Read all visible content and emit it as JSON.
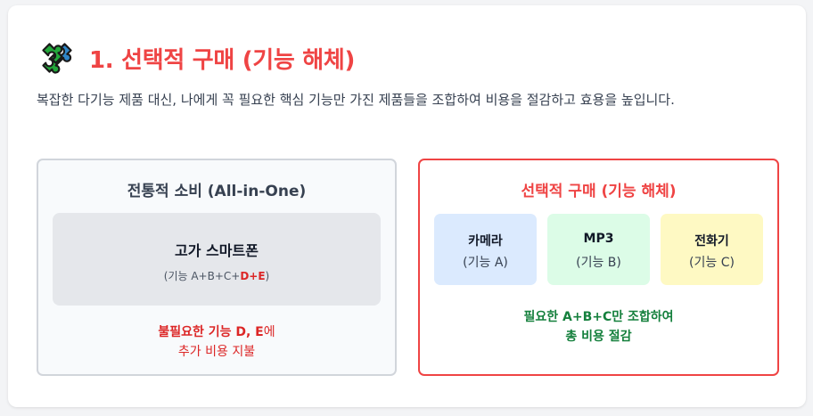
{
  "header": {
    "icon": "puzzle-icon",
    "title": "1. 선택적 구매 (기능 해체)",
    "description": "복잡한 다기능 제품 대신, 나에게 꼭 필요한 핵심 기능만 가진 제품들을 조합하여 비용을 절감하고 효용을 높입니다."
  },
  "traditional": {
    "title": "전통적 소비 (All-in-One)",
    "product_name": "고가 스마트폰",
    "function_prefix": "(기능 A+B+C+",
    "function_extra": "D+E",
    "function_suffix": ")",
    "note_bold": "불필요한 기능 D, E",
    "note_tail": "에",
    "note_line2": "추가 비용 지불"
  },
  "selective": {
    "title": "선택적 구매 (기능 해체)",
    "items": [
      {
        "name": "카메라",
        "function": "(기능 A)",
        "color": "#dbeafe"
      },
      {
        "name": "MP3",
        "function": "(기능 B)",
        "color": "#dcfce7"
      },
      {
        "name": "전화기",
        "function": "(기능 C)",
        "color": "#fef9c3"
      }
    ],
    "note_line1": "필요한 A+B+C만 조합하여",
    "note_line2": "총 비용 절감"
  },
  "colors": {
    "accent": "#ef4444",
    "warning_text": "#dc2626",
    "success_text": "#15803d",
    "puzzle_green": "#22a83a",
    "puzzle_blue": "#2f86c9"
  }
}
